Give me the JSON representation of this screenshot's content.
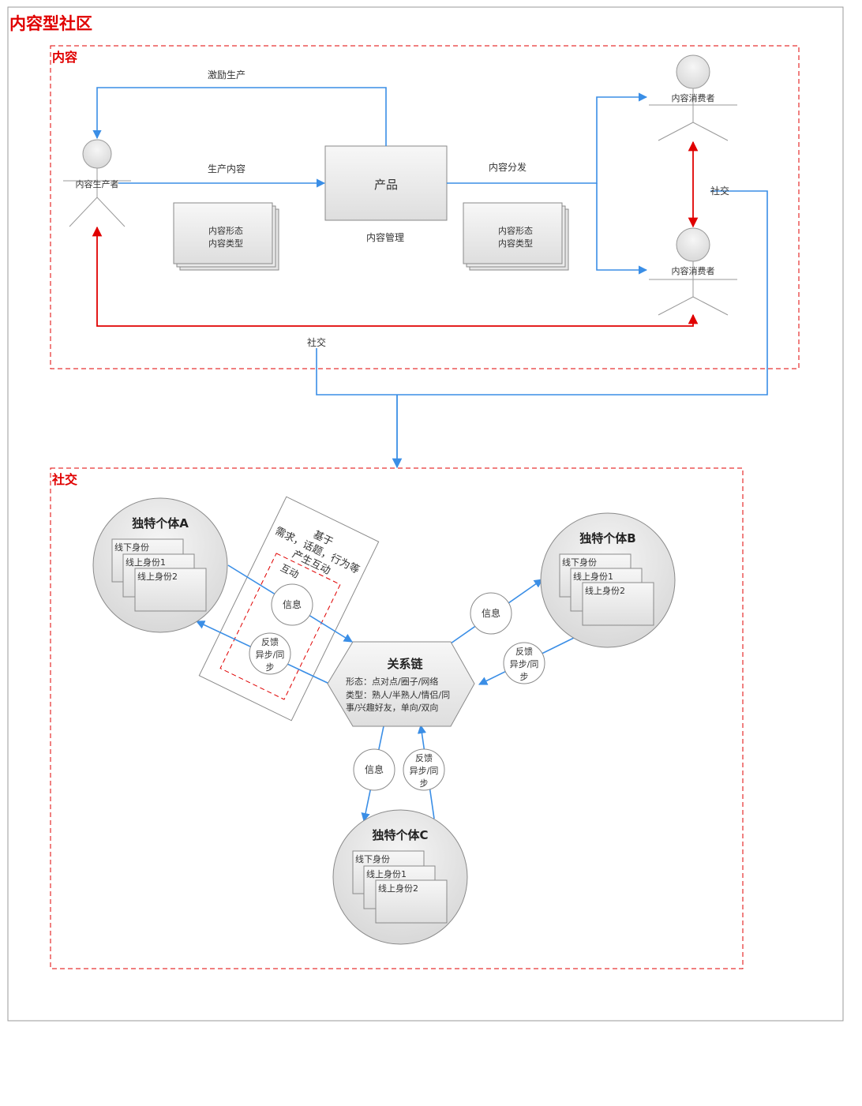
{
  "title": "内容型社区",
  "content_section": {
    "label": "内容",
    "producer": "内容生产者",
    "consumer_top": "内容消费者",
    "consumer_bottom": "内容消费者",
    "product": "产品",
    "product_caption": "内容管理",
    "left_card": {
      "line1": "内容形态",
      "line2": "内容类型"
    },
    "right_card": {
      "line1": "内容形态",
      "line2": "内容类型"
    },
    "edge_incentive": "激励生产",
    "edge_produce": "生产内容",
    "edge_distribute": "内容分发",
    "edge_social_right": "社交",
    "edge_social_bottom": "社交"
  },
  "social_section": {
    "label": "社交",
    "individual_a": {
      "title": "独特个体A",
      "id1": "线下身份",
      "id2": "线上身份1",
      "id3": "线上身份2"
    },
    "individual_b": {
      "title": "独特个体B",
      "id1": "线下身份",
      "id2": "线上身份1",
      "id3": "线上身份2"
    },
    "individual_c": {
      "title": "独特个体C",
      "id1": "线下身份",
      "id2": "线上身份1",
      "id3": "线上身份2"
    },
    "chain": {
      "title": "关系链",
      "line1": "形态：点对点/圈子/网络",
      "line2": "类型：熟人/半熟人/情侣/同",
      "line3": "事/兴趣好友，单向/双向"
    },
    "interaction_note": {
      "line1": "基于",
      "line2": "需求，话题，行为等",
      "line3": "产生互动",
      "inner": "互动"
    },
    "info_label": "信息",
    "feedback": {
      "line1": "反馈",
      "line2": "异步/同",
      "line3": "步"
    }
  }
}
